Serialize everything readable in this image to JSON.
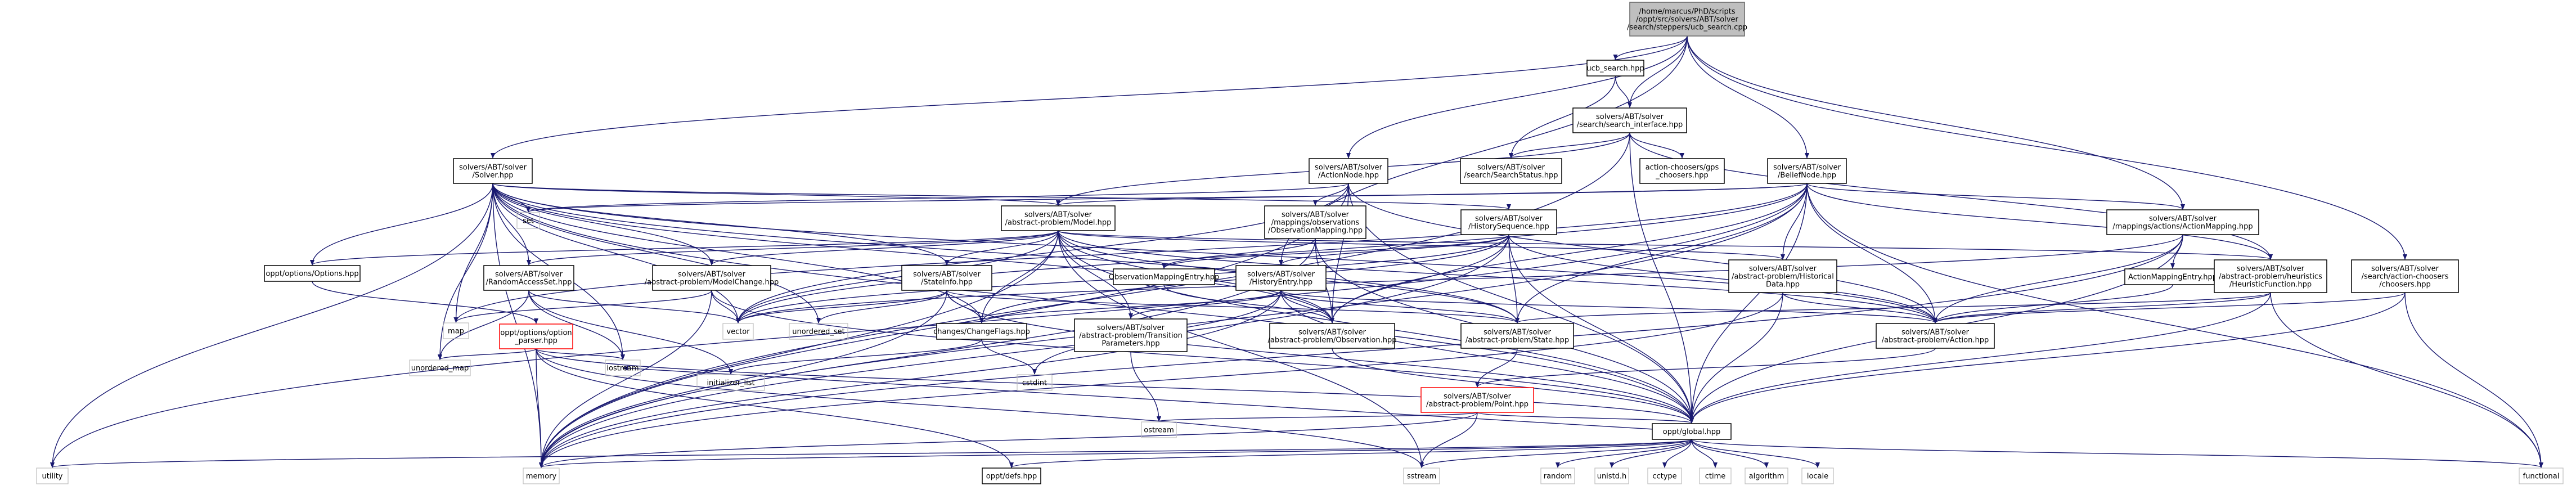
{
  "colors": {
    "edge": "#191970",
    "box_border": "#000000",
    "root_fill": "#bfbfbf",
    "root_border": "#666666",
    "missing_border": "#ff0000",
    "system_header_border": "#bfbfbf"
  },
  "nodes": [
    {
      "id": "root",
      "kind": "root",
      "lines": [
        "/home/marcus/PhD/scripts",
        "/oppt/src/solvers/ABT/solver",
        "/search/steppers/ucb_search.cpp"
      ]
    },
    {
      "id": "ucb_search",
      "kind": "file",
      "lines": [
        "ucb_search.hpp"
      ]
    },
    {
      "id": "search_interface",
      "kind": "file",
      "lines": [
        "solvers/ABT/solver",
        "/search/search_interface.hpp"
      ]
    },
    {
      "id": "solver",
      "kind": "file",
      "lines": [
        "solvers/ABT/solver",
        "/Solver.hpp"
      ]
    },
    {
      "id": "actionnode",
      "kind": "file",
      "lines": [
        "solvers/ABT/solver",
        "/ActionNode.hpp"
      ]
    },
    {
      "id": "searchstatus",
      "kind": "file",
      "lines": [
        "solvers/ABT/solver",
        "/search/SearchStatus.hpp"
      ]
    },
    {
      "id": "action_choosers_gps",
      "kind": "file",
      "lines": [
        "action-choosers/gps",
        "_choosers.hpp"
      ]
    },
    {
      "id": "beliefnode",
      "kind": "file",
      "lines": [
        "solvers/ABT/solver",
        "/BeliefNode.hpp"
      ]
    },
    {
      "id": "model",
      "kind": "file",
      "lines": [
        "solvers/ABT/solver",
        "/abstract-problem/Model.hpp"
      ]
    },
    {
      "id": "obs_mapping",
      "kind": "file",
      "lines": [
        "solvers/ABT/solver",
        "/mappings/observations",
        "/ObservationMapping.hpp"
      ]
    },
    {
      "id": "historysequence",
      "kind": "file",
      "lines": [
        "solvers/ABT/solver",
        "/HistorySequence.hpp"
      ]
    },
    {
      "id": "action_mapping",
      "kind": "file",
      "lines": [
        "solvers/ABT/solver",
        "/mappings/actions/ActionMapping.hpp"
      ]
    },
    {
      "id": "options",
      "kind": "file",
      "lines": [
        "oppt/options/Options.hpp"
      ]
    },
    {
      "id": "randomaccessset",
      "kind": "file",
      "lines": [
        "solvers/ABT/solver",
        "/RandomAccessSet.hpp"
      ]
    },
    {
      "id": "modelchange",
      "kind": "file",
      "lines": [
        "solvers/ABT/solver",
        "/abstract-problem/ModelChange.hpp"
      ]
    },
    {
      "id": "stateinfo",
      "kind": "file",
      "lines": [
        "solvers/ABT/solver",
        "/StateInfo.hpp"
      ]
    },
    {
      "id": "obsmappingentry",
      "kind": "file",
      "lines": [
        "ObservationMappingEntry.hpp"
      ]
    },
    {
      "id": "historyentry",
      "kind": "file",
      "lines": [
        "solvers/ABT/solver",
        "/HistoryEntry.hpp"
      ]
    },
    {
      "id": "historical_data",
      "kind": "file",
      "lines": [
        "solvers/ABT/solver",
        "/abstract-problem/Historical",
        "Data.hpp"
      ]
    },
    {
      "id": "actionmappingentry",
      "kind": "file",
      "lines": [
        "ActionMappingEntry.hpp"
      ]
    },
    {
      "id": "heuristic",
      "kind": "file",
      "lines": [
        "solvers/ABT/solver",
        "/abstract-problem/heuristics",
        "/HeuristicFunction.hpp"
      ]
    },
    {
      "id": "choosers",
      "kind": "file",
      "lines": [
        "solvers/ABT/solver",
        "/search/action-choosers",
        "/choosers.hpp"
      ]
    },
    {
      "id": "optionparser",
      "kind": "missing",
      "lines": [
        "oppt/options/option",
        "_parser.hpp"
      ]
    },
    {
      "id": "changeflags",
      "kind": "file",
      "lines": [
        "changes/ChangeFlags.hpp"
      ]
    },
    {
      "id": "transition_params",
      "kind": "file",
      "lines": [
        "solvers/ABT/solver",
        "/abstract-problem/Transition",
        "Parameters.hpp"
      ]
    },
    {
      "id": "observation",
      "kind": "file",
      "lines": [
        "solvers/ABT/solver",
        "/abstract-problem/Observation.hpp"
      ]
    },
    {
      "id": "state",
      "kind": "file",
      "lines": [
        "solvers/ABT/solver",
        "/abstract-problem/State.hpp"
      ]
    },
    {
      "id": "action",
      "kind": "file",
      "lines": [
        "solvers/ABT/solver",
        "/abstract-problem/Action.hpp"
      ]
    },
    {
      "id": "point",
      "kind": "missing",
      "lines": [
        "solvers/ABT/solver",
        "/abstract-problem/Point.hpp"
      ]
    },
    {
      "id": "global",
      "kind": "file",
      "lines": [
        "oppt/global.hpp"
      ]
    },
    {
      "id": "defs",
      "kind": "file",
      "lines": [
        "oppt/defs.hpp"
      ]
    },
    {
      "id": "set",
      "kind": "system",
      "lines": [
        "set"
      ]
    },
    {
      "id": "map",
      "kind": "system",
      "lines": [
        "map"
      ]
    },
    {
      "id": "vector",
      "kind": "system",
      "lines": [
        "vector"
      ]
    },
    {
      "id": "unordered_set",
      "kind": "system",
      "lines": [
        "unordered_set"
      ]
    },
    {
      "id": "unordered_map",
      "kind": "system",
      "lines": [
        "unordered_map"
      ]
    },
    {
      "id": "initializer_list",
      "kind": "system",
      "lines": [
        "initializer_list"
      ]
    },
    {
      "id": "sstream",
      "kind": "system",
      "lines": [
        "sstream"
      ]
    },
    {
      "id": "cstdint",
      "kind": "system",
      "lines": [
        "cstdint"
      ]
    },
    {
      "id": "ostream",
      "kind": "system",
      "lines": [
        "ostream"
      ]
    },
    {
      "id": "iostream",
      "kind": "system",
      "lines": [
        "iostream"
      ]
    },
    {
      "id": "utility",
      "kind": "system",
      "lines": [
        "utility"
      ]
    },
    {
      "id": "memory",
      "kind": "system",
      "lines": [
        "memory"
      ]
    },
    {
      "id": "random",
      "kind": "system",
      "lines": [
        "random"
      ]
    },
    {
      "id": "unistd",
      "kind": "system",
      "lines": [
        "unistd.h"
      ]
    },
    {
      "id": "cctype",
      "kind": "system",
      "lines": [
        "cctype"
      ]
    },
    {
      "id": "ctime",
      "kind": "system",
      "lines": [
        "ctime"
      ]
    },
    {
      "id": "algorithm",
      "kind": "system",
      "lines": [
        "algorithm"
      ]
    },
    {
      "id": "locale",
      "kind": "system",
      "lines": [
        "locale"
      ]
    },
    {
      "id": "functional",
      "kind": "system",
      "lines": [
        "functional"
      ]
    }
  ],
  "edges": [
    [
      "root",
      "ucb_search"
    ],
    [
      "root",
      "search_interface"
    ],
    [
      "root",
      "solver"
    ],
    [
      "root",
      "actionnode"
    ],
    [
      "root",
      "beliefnode"
    ],
    [
      "root",
      "historyentry"
    ],
    [
      "root",
      "action_mapping"
    ],
    [
      "root",
      "choosers"
    ],
    [
      "ucb_search",
      "search_interface"
    ],
    [
      "ucb_search",
      "searchstatus"
    ],
    [
      "search_interface",
      "searchstatus"
    ],
    [
      "search_interface",
      "action_choosers_gps"
    ],
    [
      "search_interface",
      "memory"
    ],
    [
      "search_interface",
      "global"
    ],
    [
      "search_interface",
      "model"
    ],
    [
      "search_interface",
      "heuristic"
    ],
    [
      "solver",
      "options"
    ],
    [
      "solver",
      "set"
    ],
    [
      "solver",
      "map"
    ],
    [
      "solver",
      "memory"
    ],
    [
      "solver",
      "utility"
    ],
    [
      "solver",
      "vector"
    ],
    [
      "solver",
      "unordered_map"
    ],
    [
      "solver",
      "unordered_set"
    ],
    [
      "solver",
      "global"
    ],
    [
      "solver",
      "model"
    ],
    [
      "solver",
      "randomaccessset"
    ],
    [
      "solver",
      "stateinfo"
    ],
    [
      "solver",
      "historysequence"
    ],
    [
      "solver",
      "action"
    ],
    [
      "solver",
      "observation"
    ],
    [
      "solver",
      "state"
    ],
    [
      "solver",
      "changeflags"
    ],
    [
      "solver",
      "modelchange"
    ],
    [
      "solver",
      "iostream"
    ],
    [
      "actionnode",
      "memory"
    ],
    [
      "actionnode",
      "obs_mapping"
    ],
    [
      "actionnode",
      "observation"
    ],
    [
      "actionnode",
      "action"
    ],
    [
      "actionnode",
      "global"
    ],
    [
      "actionnode",
      "set"
    ],
    [
      "actionnode",
      "vector"
    ],
    [
      "beliefnode",
      "action_mapping"
    ],
    [
      "beliefnode",
      "historical_data"
    ],
    [
      "beliefnode",
      "model"
    ],
    [
      "beliefnode",
      "heuristic"
    ],
    [
      "beliefnode",
      "action"
    ],
    [
      "beliefnode",
      "observation"
    ],
    [
      "beliefnode",
      "global"
    ],
    [
      "beliefnode",
      "memory"
    ],
    [
      "beliefnode",
      "state"
    ],
    [
      "beliefnode",
      "utility"
    ],
    [
      "beliefnode",
      "map"
    ],
    [
      "beliefnode",
      "set"
    ],
    [
      "beliefnode",
      "vector"
    ],
    [
      "beliefnode",
      "functional"
    ],
    [
      "model",
      "options"
    ],
    [
      "model",
      "global"
    ],
    [
      "model",
      "memory"
    ],
    [
      "model",
      "vector"
    ],
    [
      "model",
      "modelchange"
    ],
    [
      "model",
      "stateinfo"
    ],
    [
      "model",
      "randomaccessset"
    ],
    [
      "model",
      "action"
    ],
    [
      "model",
      "observation"
    ],
    [
      "model",
      "state"
    ],
    [
      "model",
      "changeflags"
    ],
    [
      "model",
      "heuristic"
    ],
    [
      "model",
      "historical_data"
    ],
    [
      "model",
      "transition_params"
    ],
    [
      "model",
      "sstream"
    ],
    [
      "obs_mapping",
      "memory"
    ],
    [
      "obs_mapping",
      "global"
    ],
    [
      "obs_mapping",
      "observation"
    ],
    [
      "obs_mapping",
      "obsmappingentry"
    ],
    [
      "historysequence",
      "historyentry"
    ],
    [
      "historysequence",
      "global"
    ],
    [
      "historysequence",
      "memory"
    ],
    [
      "historysequence",
      "vector"
    ],
    [
      "historysequence",
      "observation"
    ],
    [
      "historysequence",
      "action"
    ],
    [
      "historysequence",
      "state"
    ],
    [
      "historysequence",
      "changeflags"
    ],
    [
      "historysequence",
      "obsmappingentry"
    ],
    [
      "action_mapping",
      "actionmappingentry"
    ],
    [
      "action_mapping",
      "global"
    ],
    [
      "action_mapping",
      "action"
    ],
    [
      "action_mapping",
      "memory"
    ],
    [
      "action_mapping",
      "vector"
    ],
    [
      "options",
      "optionparser"
    ],
    [
      "randomaccessset",
      "unordered_map"
    ],
    [
      "randomaccessset",
      "vector"
    ],
    [
      "randomaccessset",
      "initializer_list"
    ],
    [
      "randomaccessset",
      "iostream"
    ],
    [
      "modelchange",
      "memory"
    ],
    [
      "modelchange",
      "vector"
    ],
    [
      "modelchange",
      "map"
    ],
    [
      "modelchange",
      "global"
    ],
    [
      "stateinfo",
      "memory"
    ],
    [
      "stateinfo",
      "unordered_set"
    ],
    [
      "stateinfo",
      "vector"
    ],
    [
      "stateinfo",
      "changeflags"
    ],
    [
      "stateinfo",
      "state"
    ],
    [
      "stateinfo",
      "global"
    ],
    [
      "obsmappingentry",
      "observation"
    ],
    [
      "historyentry",
      "memory"
    ],
    [
      "historyentry",
      "cstdint"
    ],
    [
      "historyentry",
      "global"
    ],
    [
      "historyentry",
      "transition_params"
    ],
    [
      "historyentry",
      "observation"
    ],
    [
      "historyentry",
      "action"
    ],
    [
      "historyentry",
      "state"
    ],
    [
      "historyentry",
      "changeflags"
    ],
    [
      "historical_data",
      "memory"
    ],
    [
      "historical_data",
      "global"
    ],
    [
      "historical_data",
      "action"
    ],
    [
      "actionmappingentry",
      "action"
    ],
    [
      "heuristic",
      "functional"
    ],
    [
      "heuristic",
      "global"
    ],
    [
      "heuristic",
      "state"
    ],
    [
      "heuristic",
      "action"
    ],
    [
      "choosers",
      "global"
    ],
    [
      "choosers",
      "action"
    ],
    [
      "choosers",
      "functional"
    ],
    [
      "optionparser",
      "unordered_map"
    ],
    [
      "optionparser",
      "iostream"
    ],
    [
      "optionparser",
      "sstream"
    ],
    [
      "optionparser",
      "memory"
    ],
    [
      "optionparser",
      "defs"
    ],
    [
      "optionparser",
      "global"
    ],
    [
      "changeflags",
      "initializer_list"
    ],
    [
      "changeflags",
      "cstdint"
    ],
    [
      "transition_params",
      "ostream"
    ],
    [
      "observation",
      "global"
    ],
    [
      "state",
      "point"
    ],
    [
      "action",
      "point"
    ],
    [
      "point",
      "ostream"
    ],
    [
      "point",
      "memory"
    ],
    [
      "point",
      "sstream"
    ],
    [
      "point",
      "global"
    ],
    [
      "global",
      "memory"
    ],
    [
      "global",
      "utility"
    ],
    [
      "global",
      "defs"
    ],
    [
      "global",
      "sstream"
    ],
    [
      "global",
      "random"
    ],
    [
      "global",
      "unistd"
    ],
    [
      "global",
      "cctype"
    ],
    [
      "global",
      "ctime"
    ],
    [
      "global",
      "algorithm"
    ],
    [
      "global",
      "locale"
    ],
    [
      "global",
      "functional"
    ],
    [
      "global",
      "iostream"
    ]
  ]
}
